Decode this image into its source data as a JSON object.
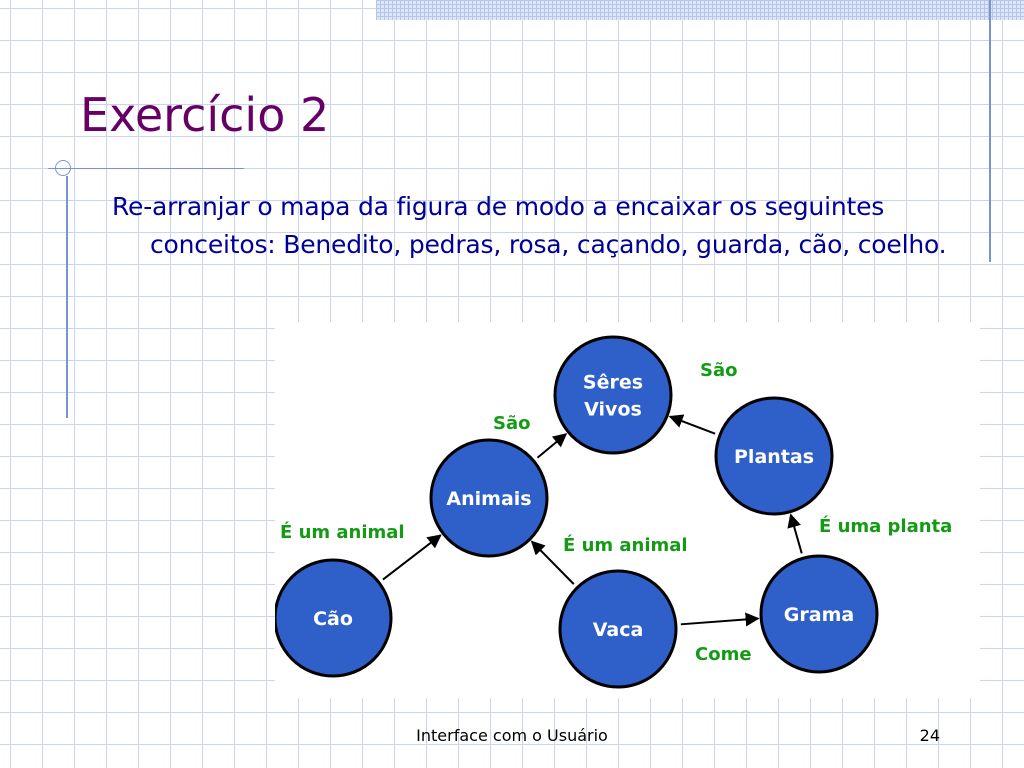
{
  "slide": {
    "title": "Exercício 2",
    "body": "Re-arranjar o mapa da figura de modo a encaixar os seguintes conceitos: Benedito, pedras, rosa, caçando, guarda, cão, coelho.",
    "footer_text": "Interface com o Usuário",
    "page_number": "24"
  },
  "concept_map": {
    "nodes": [
      {
        "id": "seres_vivos",
        "label": [
          "Sêres",
          "Vivos"
        ]
      },
      {
        "id": "plantas",
        "label": [
          "Plantas"
        ]
      },
      {
        "id": "animais",
        "label": [
          "Animais"
        ]
      },
      {
        "id": "cao",
        "label": [
          "Cão"
        ]
      },
      {
        "id": "vaca",
        "label": [
          "Vaca"
        ]
      },
      {
        "id": "grama",
        "label": [
          "Grama"
        ]
      }
    ],
    "edges": [
      {
        "from": "plantas",
        "to": "seres_vivos",
        "label": "São"
      },
      {
        "from": "animais",
        "to": "seres_vivos",
        "label": "São"
      },
      {
        "from": "cao",
        "to": "animais",
        "label": "É um animal"
      },
      {
        "from": "vaca",
        "to": "animais",
        "label": "É um animal"
      },
      {
        "from": "vaca",
        "to": "grama",
        "label": "Come"
      },
      {
        "from": "grama",
        "to": "plantas",
        "label": "É uma planta"
      }
    ]
  },
  "colors": {
    "title": "#660066",
    "body_text": "#000099",
    "node_fill": "#2f5fc9",
    "node_border": "#000000",
    "node_text": "#ffffff",
    "edge_label": "#159a15",
    "arrow": "#000000"
  }
}
